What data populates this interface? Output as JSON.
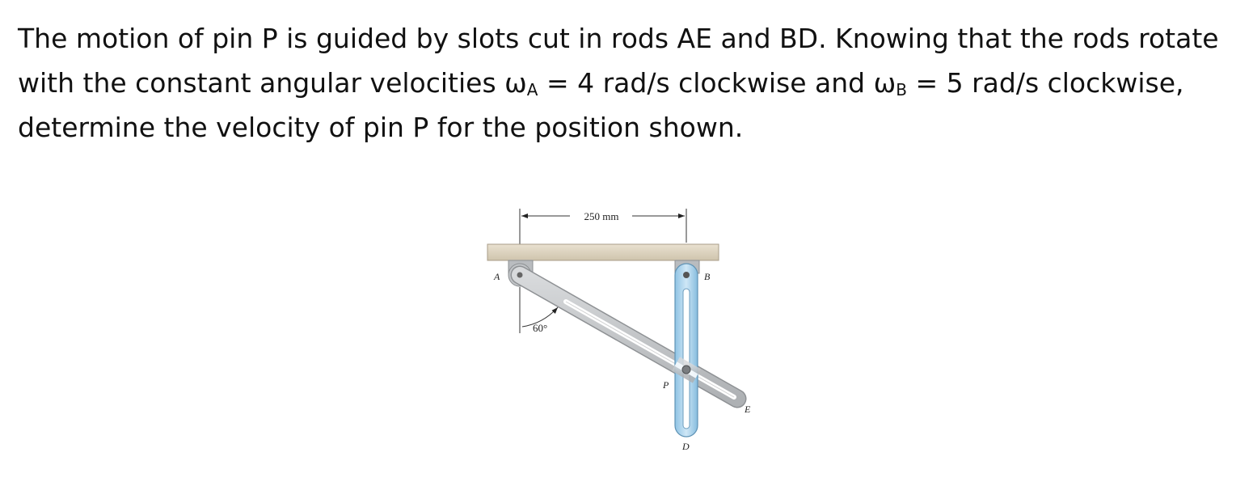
{
  "problem": {
    "line1": "The motion of pin P is guided by slots cut in rods AE and BD. Knowing that the rods rotate",
    "line2_a": "with the constant angular velocities ω",
    "line2_sub_a": "A",
    "line2_b": " = 4 rad/s clockwise and ω",
    "line2_sub_b": "B",
    "line2_c": " = 5 rad/s clockwise,",
    "line3": "determine the velocity of pin P for the position shown."
  },
  "figure": {
    "dimension": "250 mm",
    "angle": "60°",
    "labels": {
      "A": "A",
      "B": "B",
      "P": "P",
      "D": "D",
      "E": "E"
    }
  },
  "colors": {
    "ceiling": "#ddd3c0",
    "rod_ae": "#c5c8cb",
    "rod_bd": "#b3d7ee",
    "text": "#111111"
  }
}
